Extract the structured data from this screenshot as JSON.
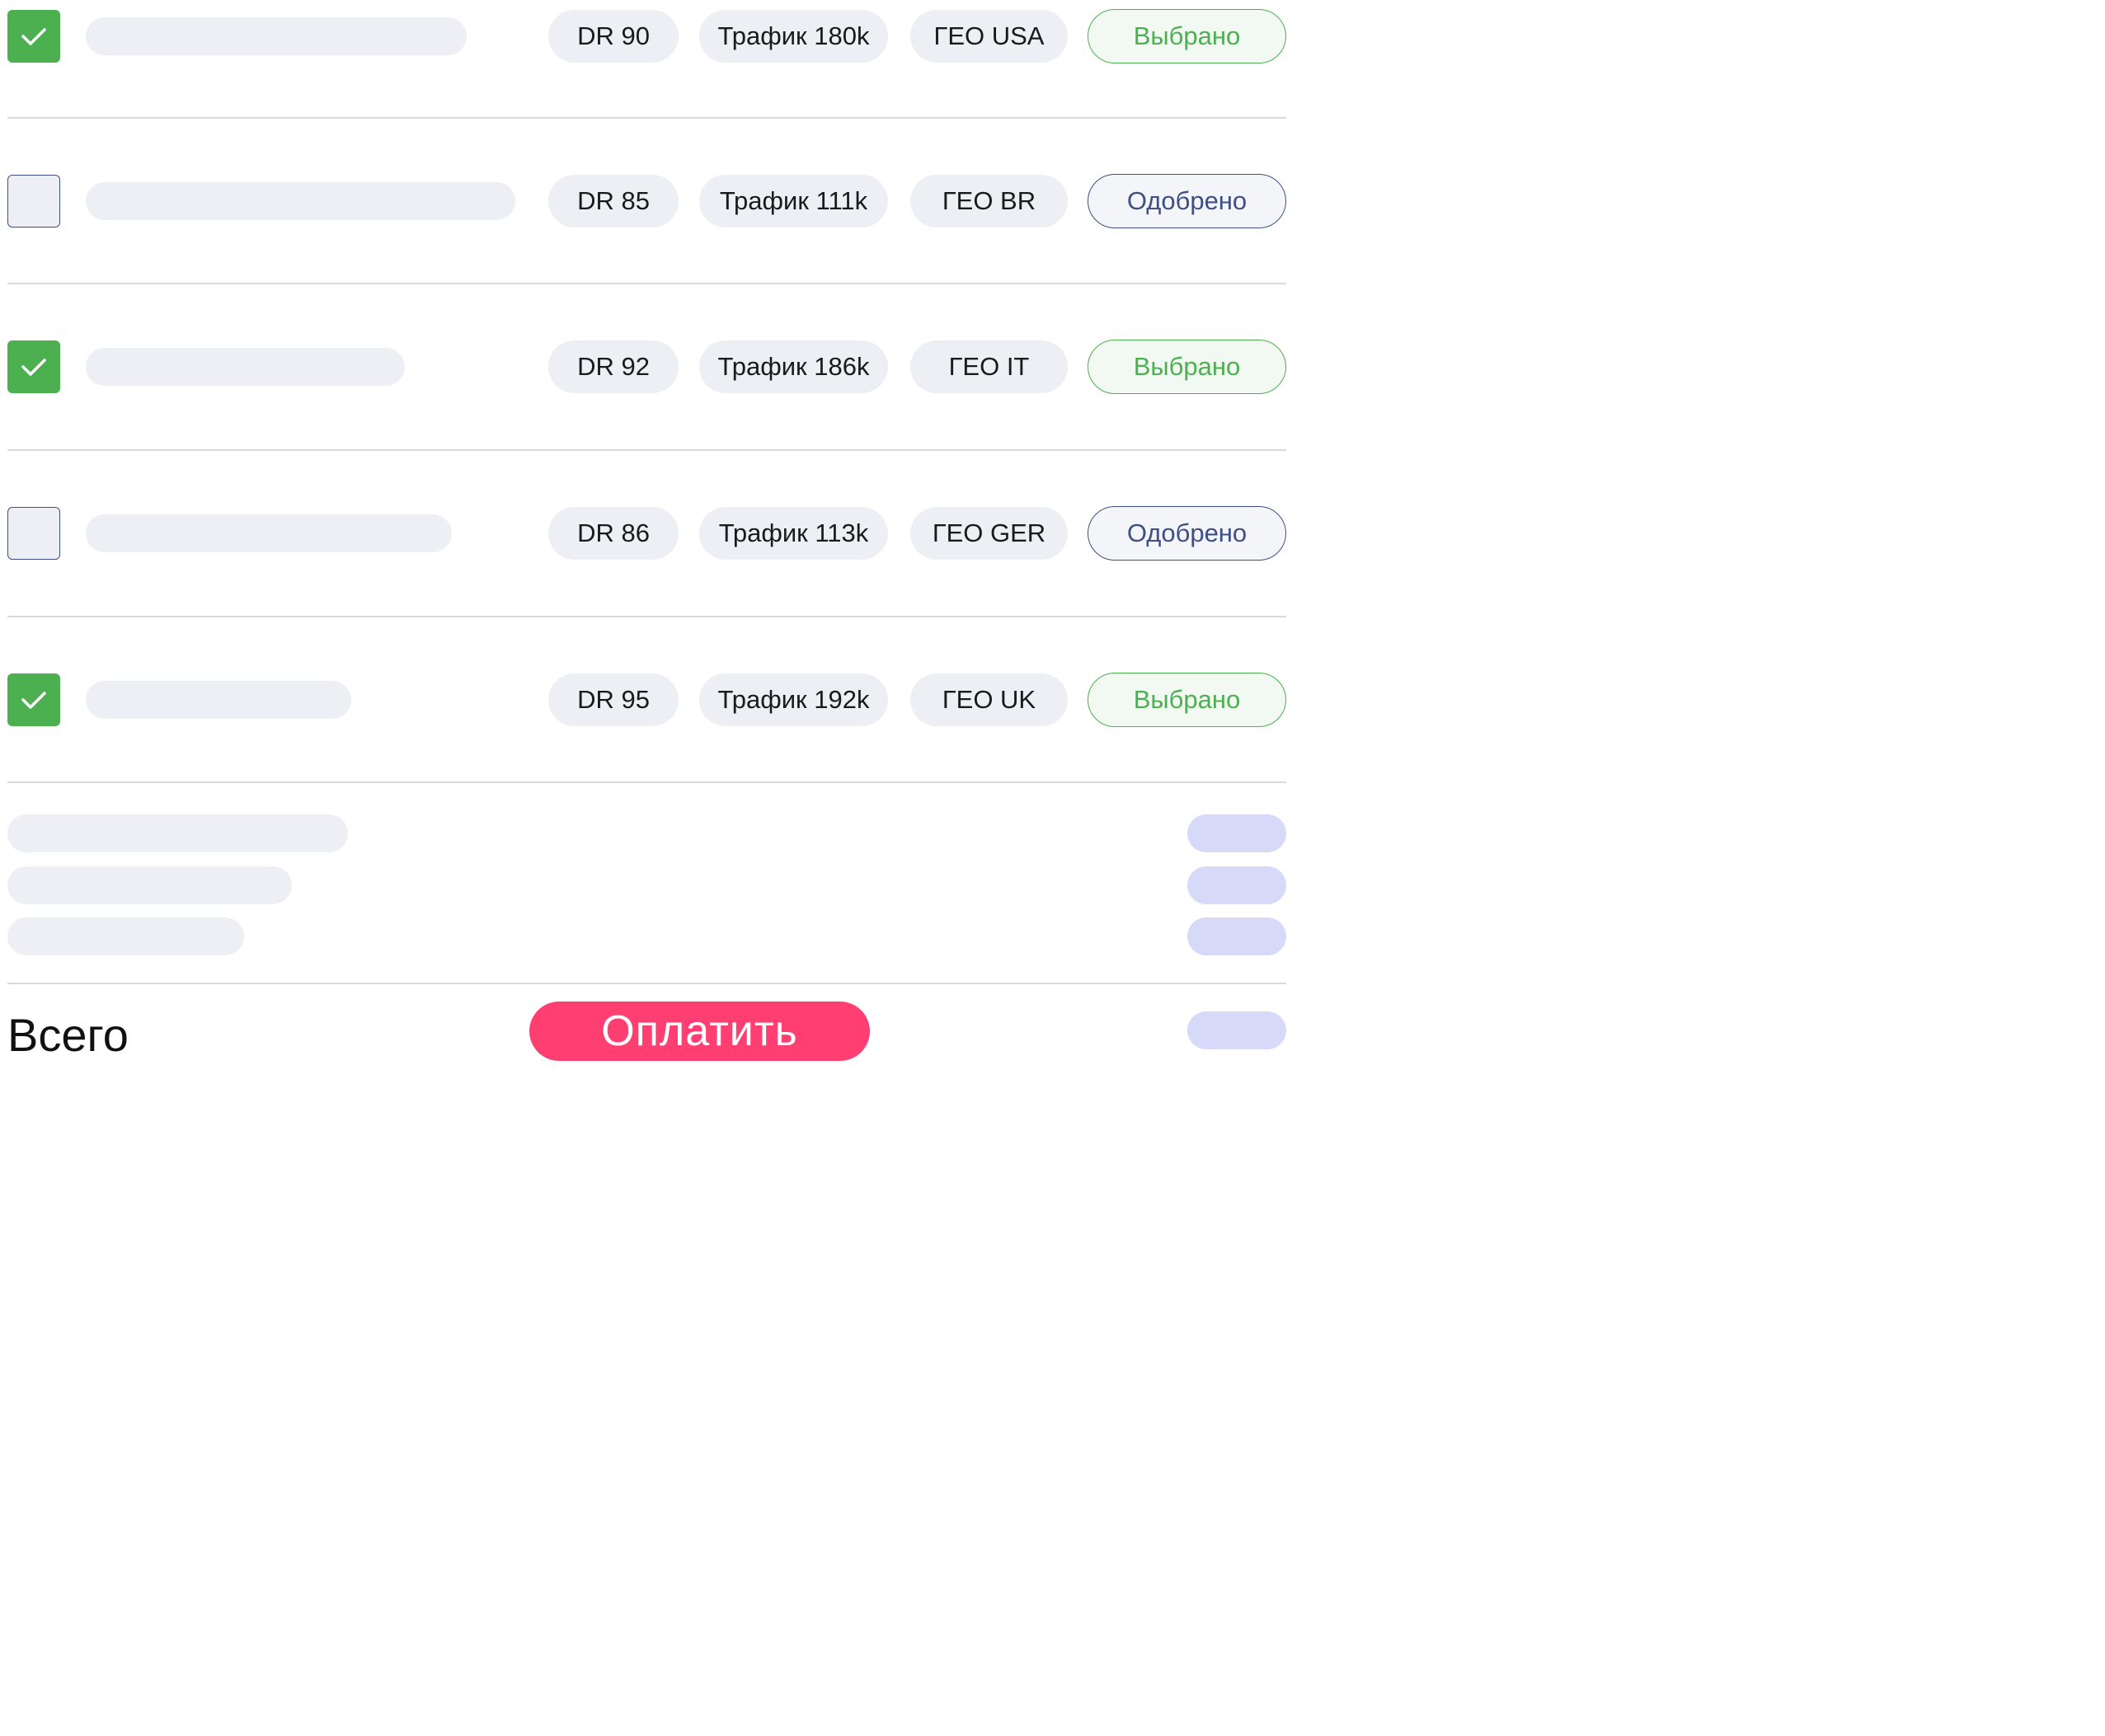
{
  "colors": {
    "selected_green": "#4caf50",
    "approved_navy": "#3e4f86",
    "pill_gray": "#eeeff4",
    "total_lavender": "#d7d9f8",
    "pay_pink": "#ff3f72"
  },
  "rows": [
    {
      "checked": true,
      "dr": "DR 90",
      "traffic": "Трафик 180k",
      "geo": "ГЕО USA",
      "status": "Выбрано"
    },
    {
      "checked": false,
      "dr": "DR 85",
      "traffic": "Трафик 111k",
      "geo": "ГЕО BR",
      "status": "Одобрено"
    },
    {
      "checked": true,
      "dr": "DR 92",
      "traffic": "Трафик 186k",
      "geo": "ГЕО IT",
      "status": "Выбрано"
    },
    {
      "checked": false,
      "dr": "DR 86",
      "traffic": "Трафик 113k",
      "geo": "ГЕО GER",
      "status": "Одобрено"
    },
    {
      "checked": true,
      "dr": "DR 95",
      "traffic": "Трафик 192k",
      "geo": "ГЕО UK",
      "status": "Выбрано"
    }
  ],
  "footer": {
    "total_label": "Всего",
    "pay_button": "Оплатить"
  },
  "icons": {
    "check": "check-icon"
  }
}
